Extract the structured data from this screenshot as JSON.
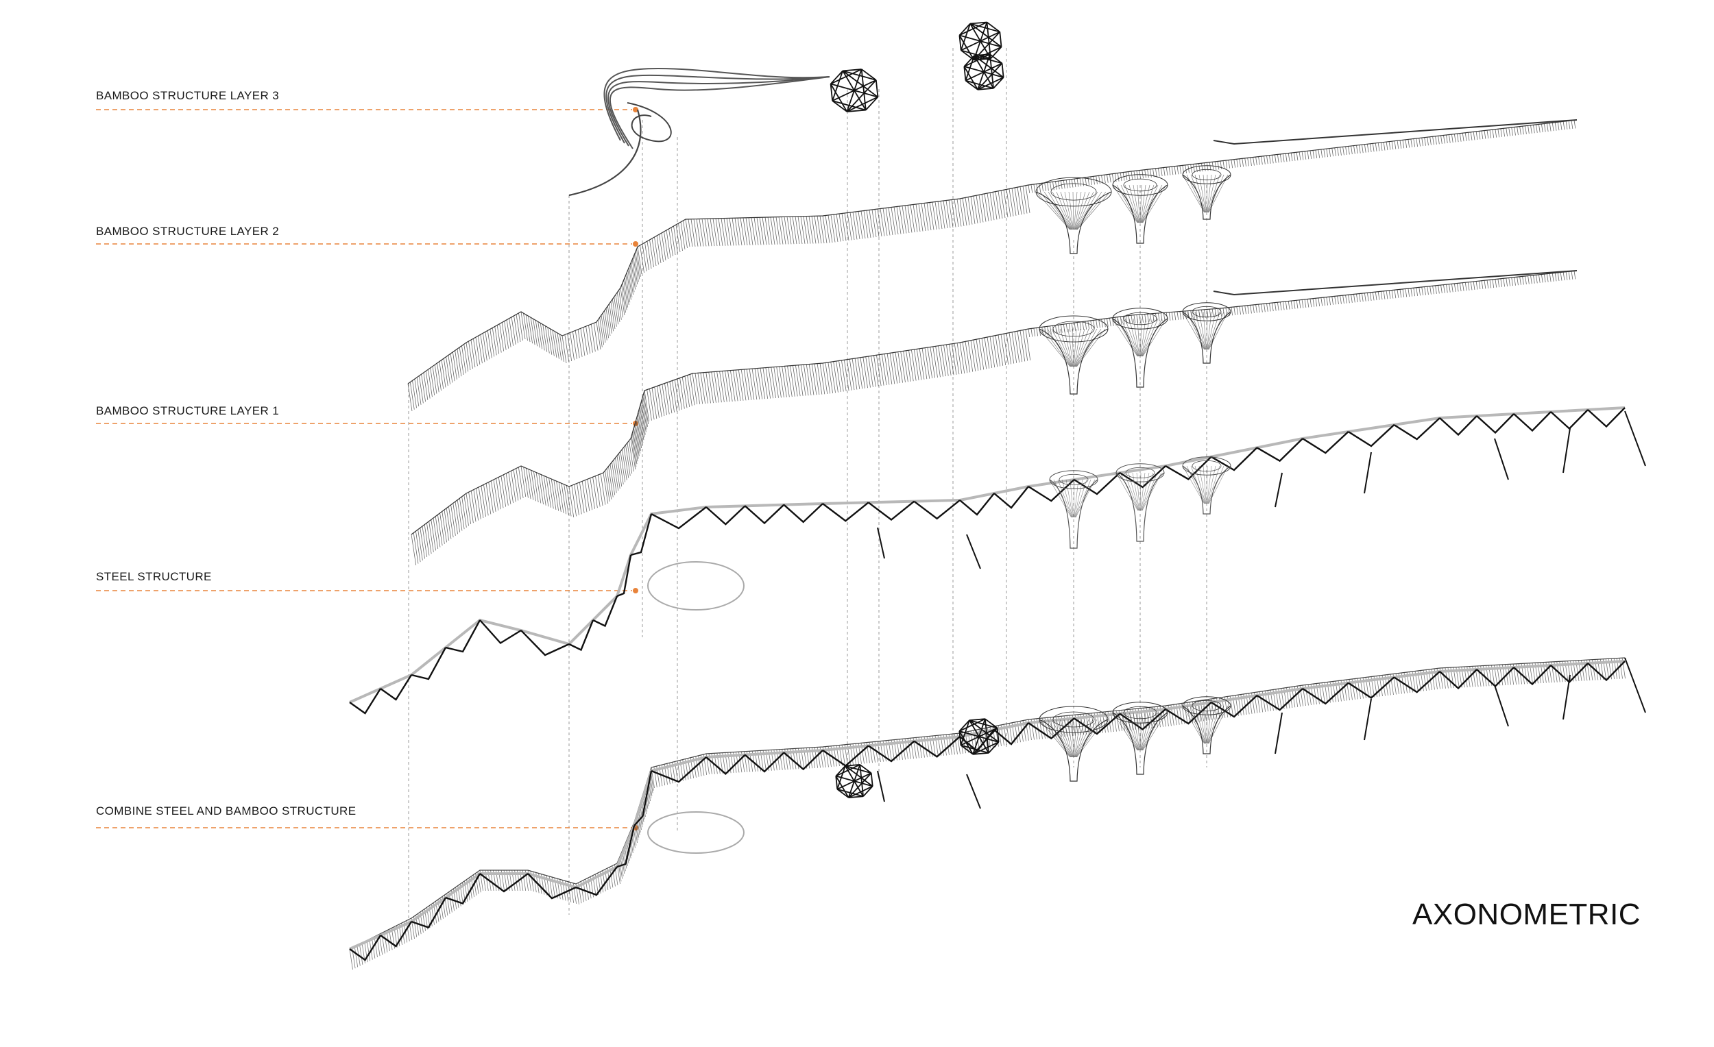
{
  "title": "AXONOMETRIC",
  "layers": [
    {
      "label": "BAMBOO STRUCTURE LAYER 3"
    },
    {
      "label": "BAMBOO STRUCTURE LAYER 2"
    },
    {
      "label": "BAMBOO STRUCTURE LAYER 1"
    },
    {
      "label": "STEEL STRUCTURE"
    },
    {
      "label": "COMBINE STEEL AND BAMBOO STRUCTURE"
    }
  ],
  "colors": {
    "leader_line": "#e8833a",
    "marker_dot": "#e8833a",
    "bamboo_ribs": "#3a3a3a",
    "steel_truss": "#111111",
    "steel_secondary": "#b8b8b8",
    "projection_line": "#9a9a9a",
    "text": "#1a1a1a"
  }
}
